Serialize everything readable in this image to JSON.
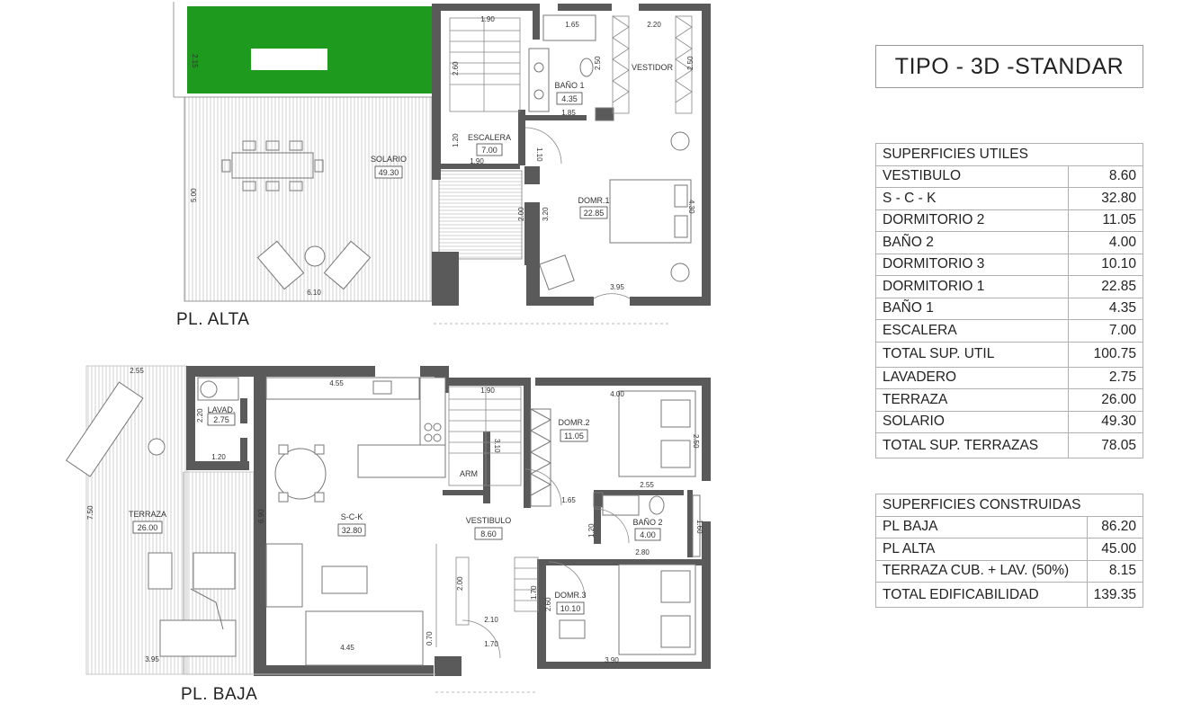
{
  "title": "TIPO - 3D -STANDAR",
  "floors": {
    "alta": "PL. ALTA",
    "baja": "PL. BAJA"
  },
  "rooms_alta": {
    "solario": {
      "name": "SOLARIO",
      "area": "49.30"
    },
    "escalera": {
      "name": "ESCALERA",
      "area": "7.00"
    },
    "bano1": {
      "name": "BAÑO 1",
      "area": "4.35"
    },
    "vestidor": {
      "name": "VESTIDOR"
    },
    "domr1": {
      "name": "DOMR.1",
      "area": "22.85"
    }
  },
  "rooms_baja": {
    "terraza": {
      "name": "TERRAZA",
      "area": "26.00"
    },
    "lavad": {
      "name": "LAVAD.",
      "area": "2.75"
    },
    "sck": {
      "name": "S-C-K",
      "area": "32.80"
    },
    "arm": {
      "name": "ARM"
    },
    "vestibulo": {
      "name": "VESTIBULO",
      "area": "8.60"
    },
    "domr2": {
      "name": "DOMR.2",
      "area": "11.05"
    },
    "bano2": {
      "name": "BAÑO 2",
      "area": "4.00"
    },
    "domr3": {
      "name": "DOMR.3",
      "area": "10.10"
    }
  },
  "dims_alta": [
    "2.15",
    "5.00",
    "6.10",
    "1.90",
    "2.60",
    "1.20",
    "1.90",
    "1.10",
    "1.65",
    "2.50",
    "1.85",
    "2.20",
    "2.50",
    "3.20",
    "2.00",
    "4.30",
    "3.95"
  ],
  "dims_baja": [
    "2.55",
    "7.50",
    "3.95",
    "2.20",
    "1.20",
    "4.55",
    "6.90",
    "4.45",
    "1.90",
    "3.10",
    "4.00",
    "2.50",
    "1.65",
    "2.55",
    "1.20",
    "2.80",
    "1.60",
    "1.70",
    "2.00",
    "2.10",
    "0.70",
    "1.70",
    "2.60",
    "3.90"
  ],
  "superficies_utiles": {
    "header": "SUPERFICIES UTILES",
    "rows": [
      {
        "label": "VESTIBULO",
        "value": "8.60"
      },
      {
        "label": "S - C - K",
        "value": "32.80"
      },
      {
        "label": "DORMITORIO 2",
        "value": "11.05"
      },
      {
        "label": "BAÑO 2",
        "value": "4.00"
      },
      {
        "label": "DORMITORIO 3",
        "value": "10.10"
      },
      {
        "label": "DORMITORIO 1",
        "value": "22.85"
      },
      {
        "label": "BAÑO 1",
        "value": "4.35"
      },
      {
        "label": "ESCALERA",
        "value": "7.00"
      }
    ],
    "total_util": {
      "label": "TOTAL SUP. UTIL",
      "value": "100.75"
    },
    "rows2": [
      {
        "label": "LAVADERO",
        "value": "2.75"
      },
      {
        "label": "TERRAZA",
        "value": "26.00"
      },
      {
        "label": "SOLARIO",
        "value": "49.30"
      }
    ],
    "total_terrazas": {
      "label": "TOTAL SUP. TERRAZAS",
      "value": "78.05"
    }
  },
  "superficies_construidas": {
    "header": "SUPERFICIES CONSTRUIDAS",
    "rows": [
      {
        "label": "PL BAJA",
        "value": "86.20"
      },
      {
        "label": "PL ALTA",
        "value": "45.00"
      },
      {
        "label": "TERRAZA CUB. + LAV. (50%)",
        "value": "8.15"
      }
    ],
    "total": {
      "label": "TOTAL EDIFICABILIDAD",
      "value": "139.35"
    }
  },
  "colors": {
    "wall": "#5a5a5a",
    "grass": "#1e9b1e",
    "line": "#8a8a8a"
  }
}
